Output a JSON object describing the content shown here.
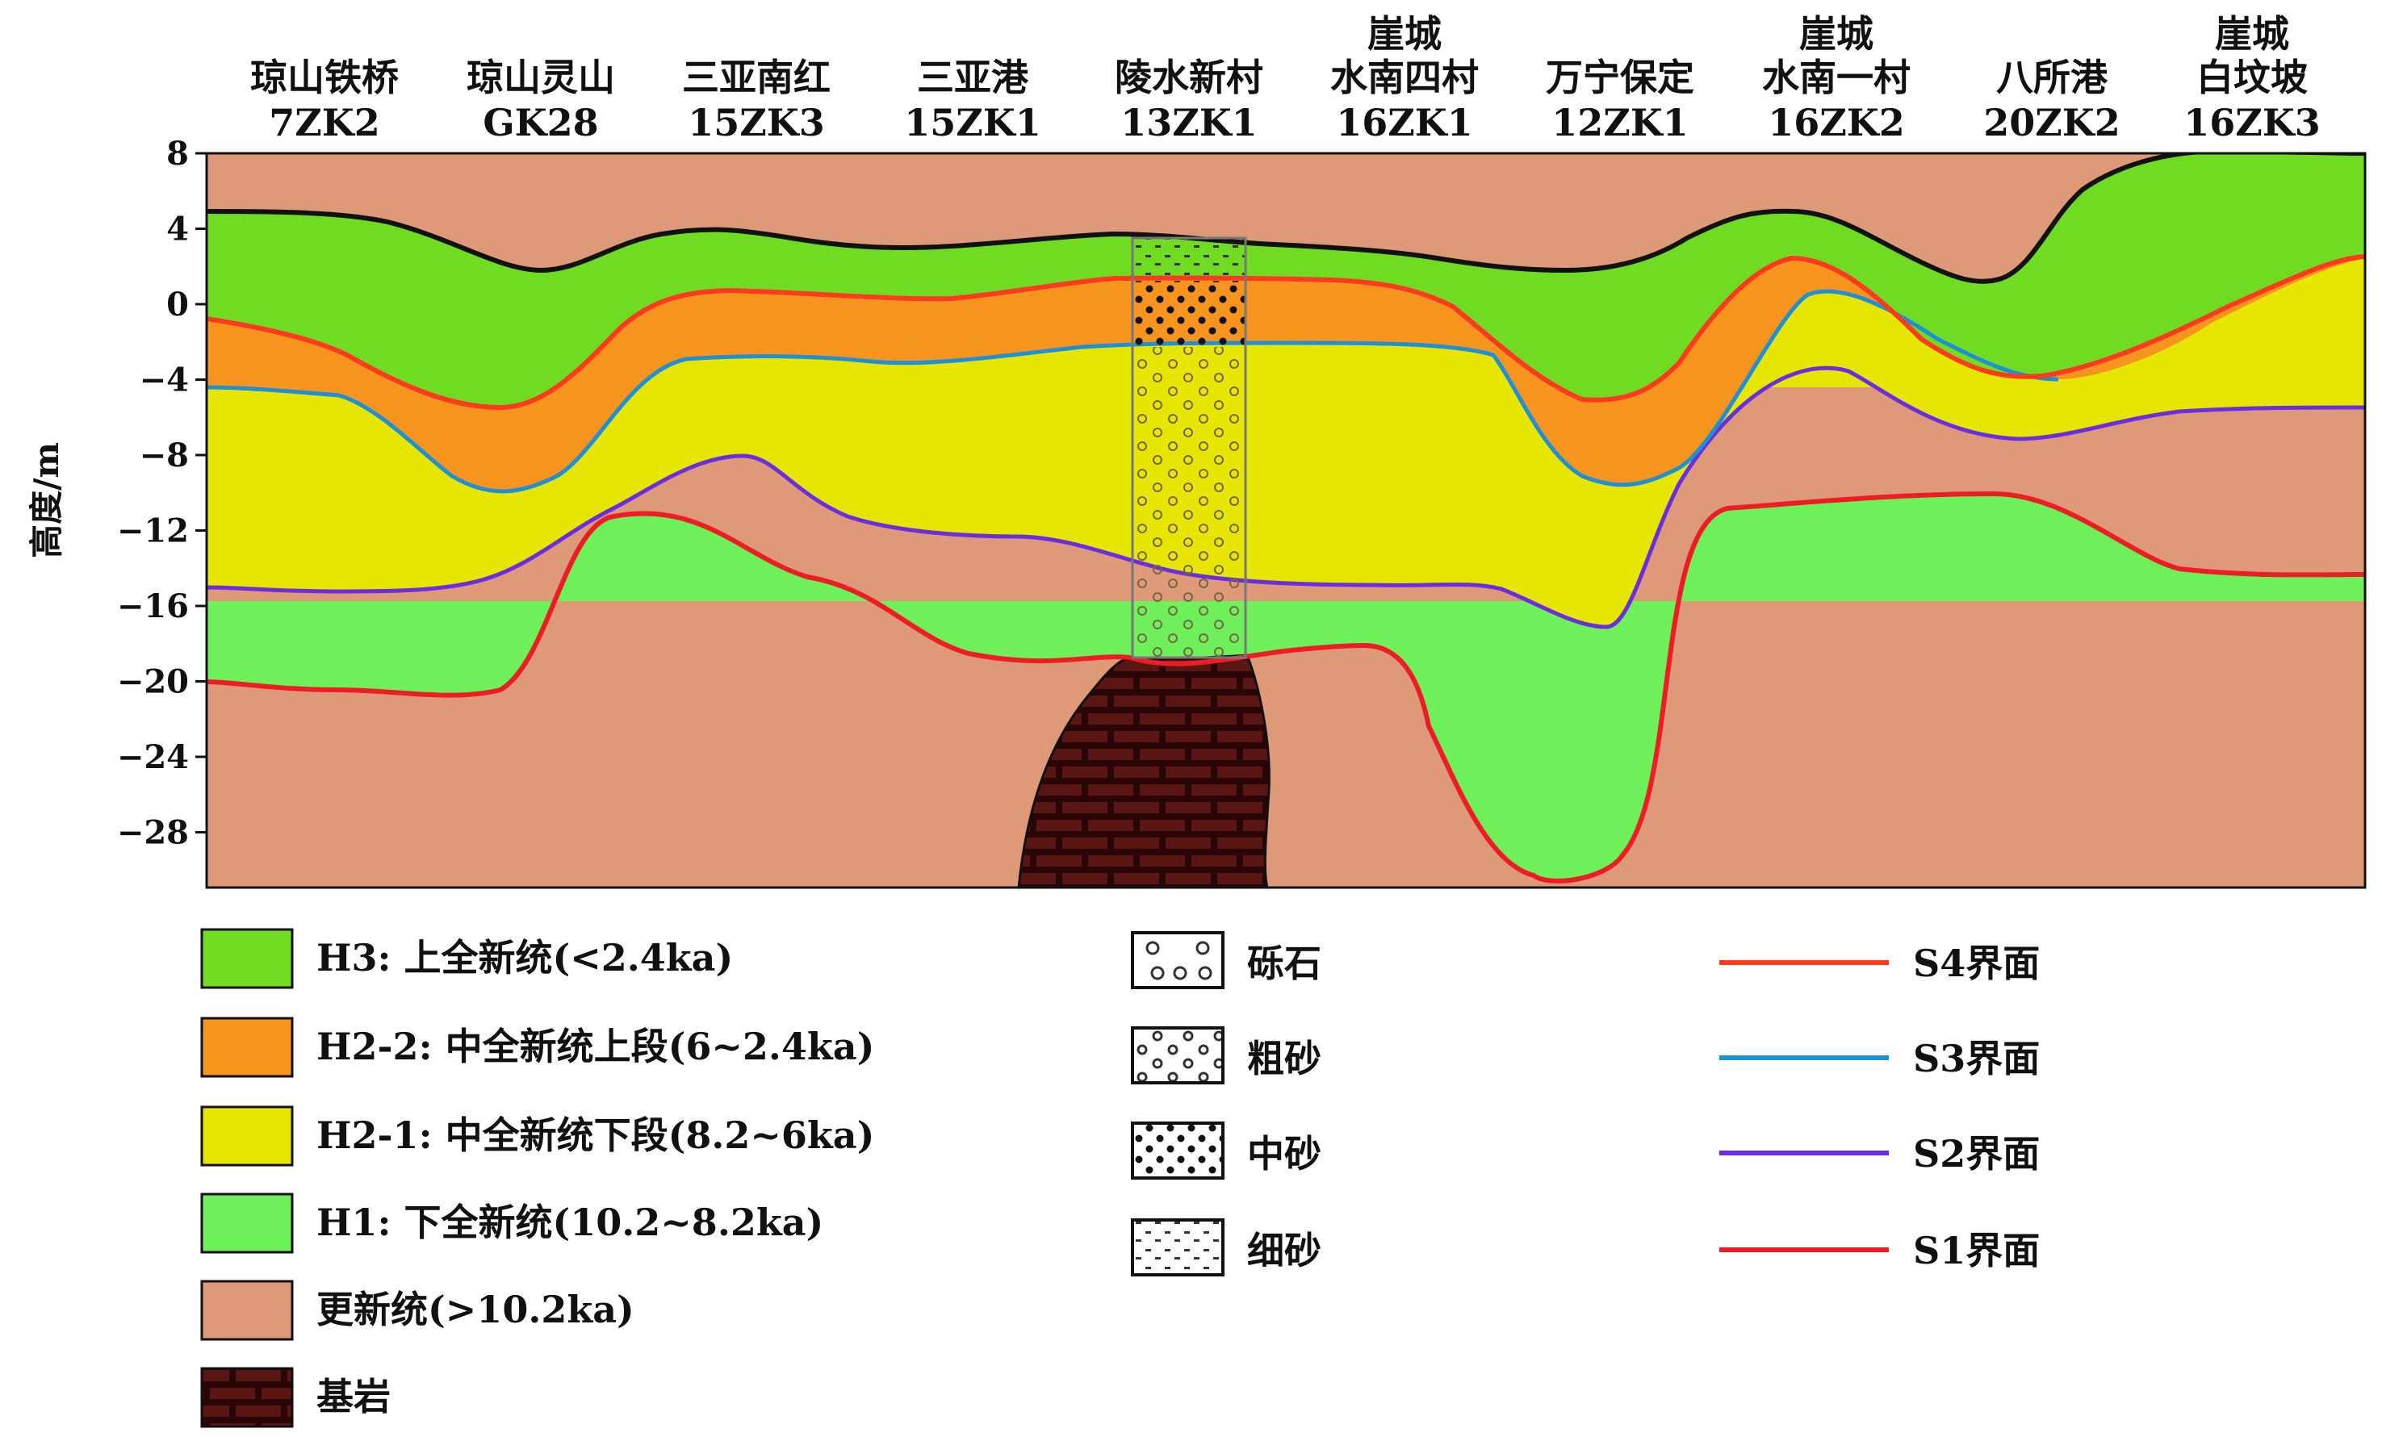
{
  "sites": [
    {
      "line1": "琼山铁桥",
      "line2": "7ZK2"
    },
    {
      "line1": "琼山灵山",
      "line2": "GK28"
    },
    {
      "line1": "三亚南红",
      "line2": "15ZK3"
    },
    {
      "line1": "三亚港",
      "line2": "15ZK1"
    },
    {
      "line1": "陵水新村",
      "line2": "13ZK1"
    },
    {
      "line0": "崖城",
      "line1": "水南四村",
      "line2": "16ZK1"
    },
    {
      "line1": "万宁保定",
      "line2": "12ZK1"
    },
    {
      "line0": "崖城",
      "line1": "水南一村",
      "line2": "16ZK2"
    },
    {
      "line1": "八所港",
      "line2": "20ZK2"
    },
    {
      "line0": "崖城",
      "line1": "白坟坡",
      "line2": "16ZK3"
    }
  ],
  "axis": {
    "ylabel": "高度/m",
    "ticks": [
      "8",
      "4",
      "0",
      "−4",
      "−8",
      "−12",
      "−16",
      "−20",
      "−24",
      "−28"
    ]
  },
  "legend_units": [
    {
      "label": "H3: 上全新统(<2.4ka)",
      "color": "#6fdc22",
      "icon": "h3-swatch"
    },
    {
      "label": "H2-2: 中全新统上段(6~2.4ka)",
      "color": "#f7941d",
      "icon": "h2-2-swatch"
    },
    {
      "label": "H2-1: 中全新统下段(8.2~6ka)",
      "color": "#e6e600",
      "icon": "h2-1-swatch"
    },
    {
      "label": "H1: 下全新统(10.2~8.2ka)",
      "color": "#6ef05a",
      "icon": "h1-swatch"
    },
    {
      "label": "更新统(>10.2ka)",
      "color": "#de9a78",
      "icon": "pleistocene-swatch"
    },
    {
      "label": "基岩",
      "color": "#3a0c0c",
      "icon": "bedrock-swatch"
    }
  ],
  "legend_lithology": [
    {
      "label": "砾石",
      "icon": "gravel-pattern"
    },
    {
      "label": "粗砂",
      "icon": "coarse-sand-pattern"
    },
    {
      "label": "中砂",
      "icon": "medium-sand-pattern"
    },
    {
      "label": "细砂",
      "icon": "fine-sand-pattern"
    }
  ],
  "legend_boundaries": [
    {
      "label": "S4界面",
      "color": "#ff3b1f"
    },
    {
      "label": "S3界面",
      "color": "#1e90d6"
    },
    {
      "label": "S2界面",
      "color": "#6a2ee0"
    },
    {
      "label": "S1界面",
      "color": "#ee1c24"
    }
  ]
}
